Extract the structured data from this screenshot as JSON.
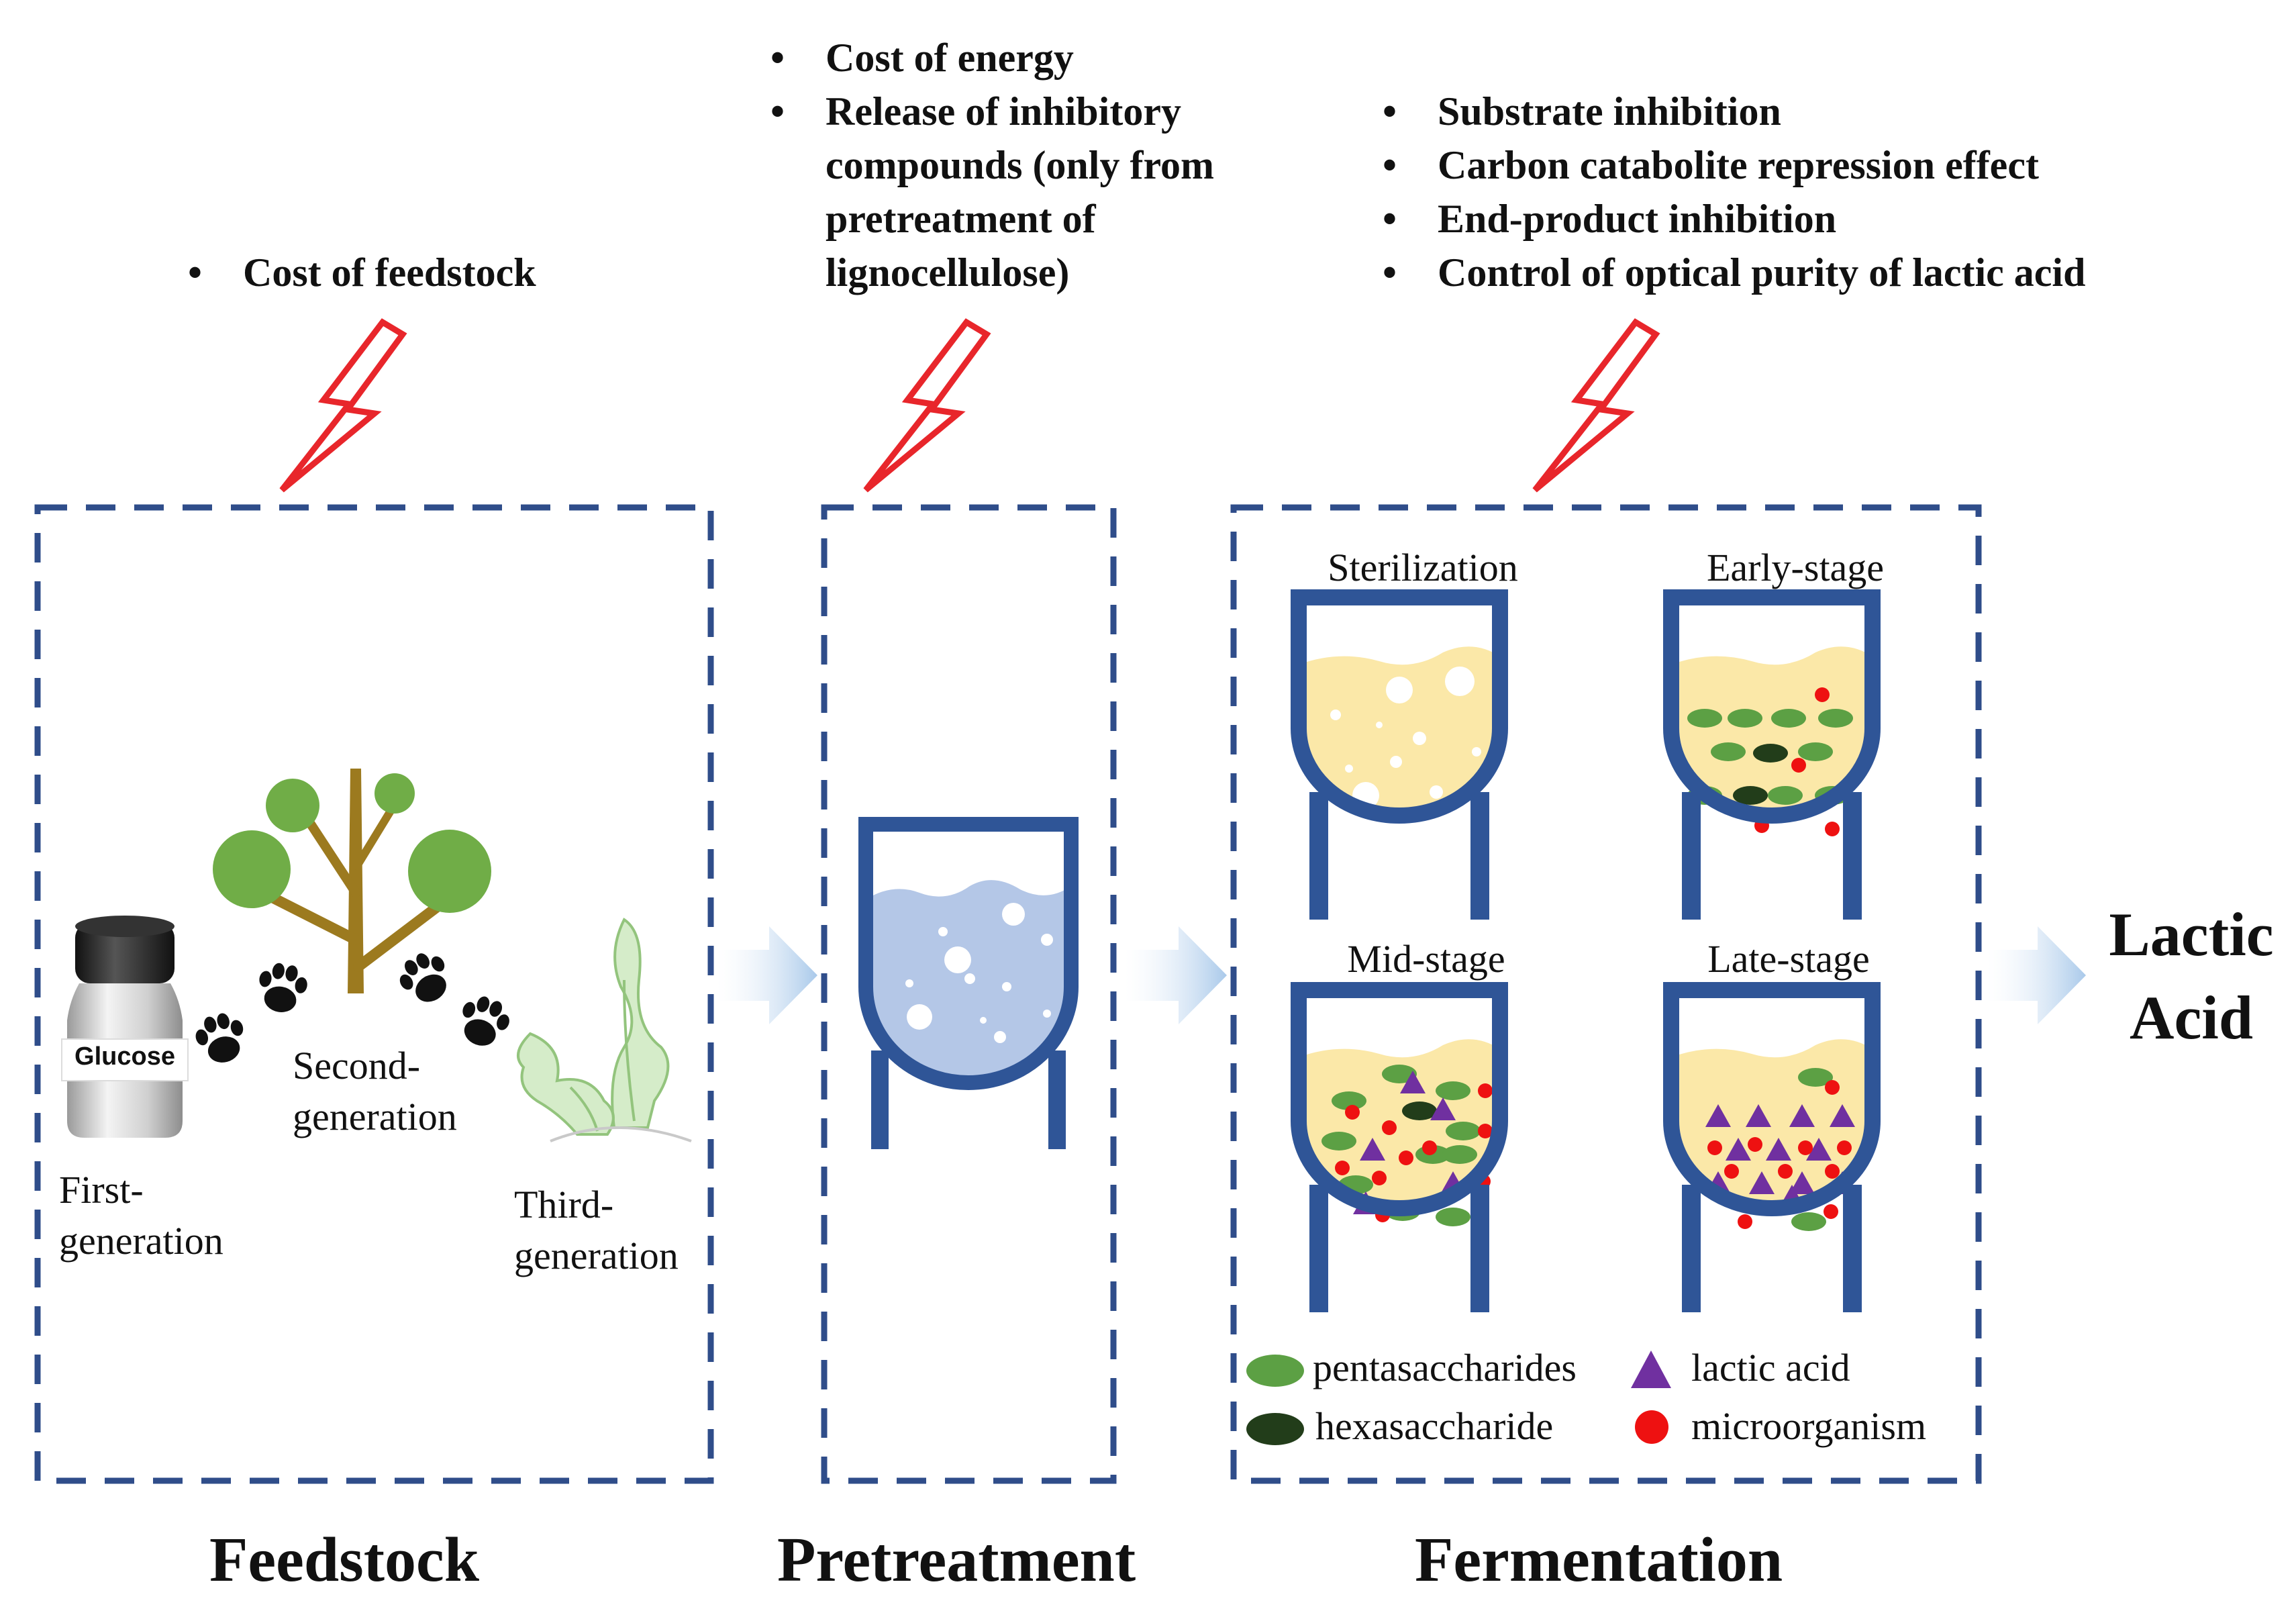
{
  "challenges": {
    "feedstock": [
      "Cost of feedstock"
    ],
    "pretreatment": [
      "Cost of energy",
      "Release of inhibitory compounds (only from pretreatment of lignocellulose)"
    ],
    "fermentation": [
      "Substrate inhibition",
      "Carbon catabolite repression effect",
      "End-product inhibition",
      "Control of optical purity of lactic acid"
    ]
  },
  "stages": {
    "feedstock": "Feedstock",
    "pretreatment": "Pretreatment",
    "fermentation": "Fermentation"
  },
  "feedstock_items": {
    "glucose_label": "Glucose",
    "first_line1": "First-",
    "first_line2": "generation",
    "second_line1": "Second-",
    "second_line2": "generation",
    "third_line1": "Third-",
    "third_line2": "generation"
  },
  "fermentation_stages": [
    "Sterilization",
    "Early-stage",
    "Mid-stage",
    "Late-stage"
  ],
  "legend": {
    "pentasaccharides": "pentasaccharides",
    "hexasaccharide": "hexasaccharide",
    "lactic_acid": "lactic acid",
    "microorganism": "microorganism"
  },
  "product": {
    "line1": "Lactic",
    "line2": "Acid"
  },
  "colors": {
    "frame": "#2f4d8a",
    "bolt": "#e8262b",
    "tank": "#2f5597",
    "broth": "#fbe8a8",
    "water": "#b4c7e7",
    "pentasaccharide": "#5ca044",
    "hexasaccharide": "#223d1a",
    "lactic_acid": "#7030a0",
    "microorganism": "#ee1111",
    "arrow": "#bdd7ee"
  }
}
